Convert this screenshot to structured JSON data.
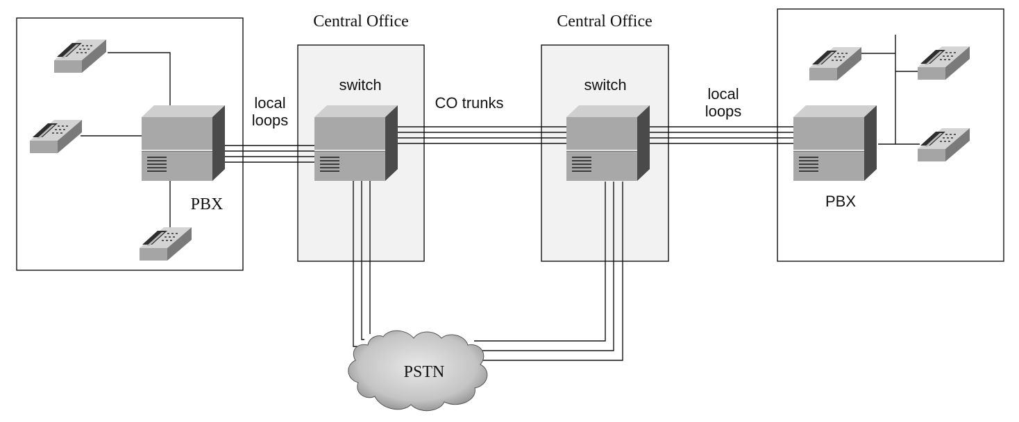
{
  "labels": {
    "central_office_left": "Central Office",
    "central_office_right": "Central Office",
    "switch_left": "switch",
    "switch_right": "switch",
    "local_loops_left_1": "local",
    "local_loops_left_2": "loops",
    "local_loops_right_1": "local",
    "local_loops_right_2": "loops",
    "co_trunks": "CO trunks",
    "pbx_left": "PBX",
    "pbx_right": "PBX",
    "pstn": "PSTN"
  },
  "colors": {
    "line": "#111111",
    "office_fill": "#f2f2f2",
    "device_front": "#a8a8a8",
    "device_top": "#cfcfcf",
    "device_side": "#4a4a4a"
  },
  "icons": {
    "telephone": "telephone-icon",
    "pbx": "pbx-unit-icon",
    "switch": "switch-unit-icon",
    "cloud": "cloud-icon"
  }
}
